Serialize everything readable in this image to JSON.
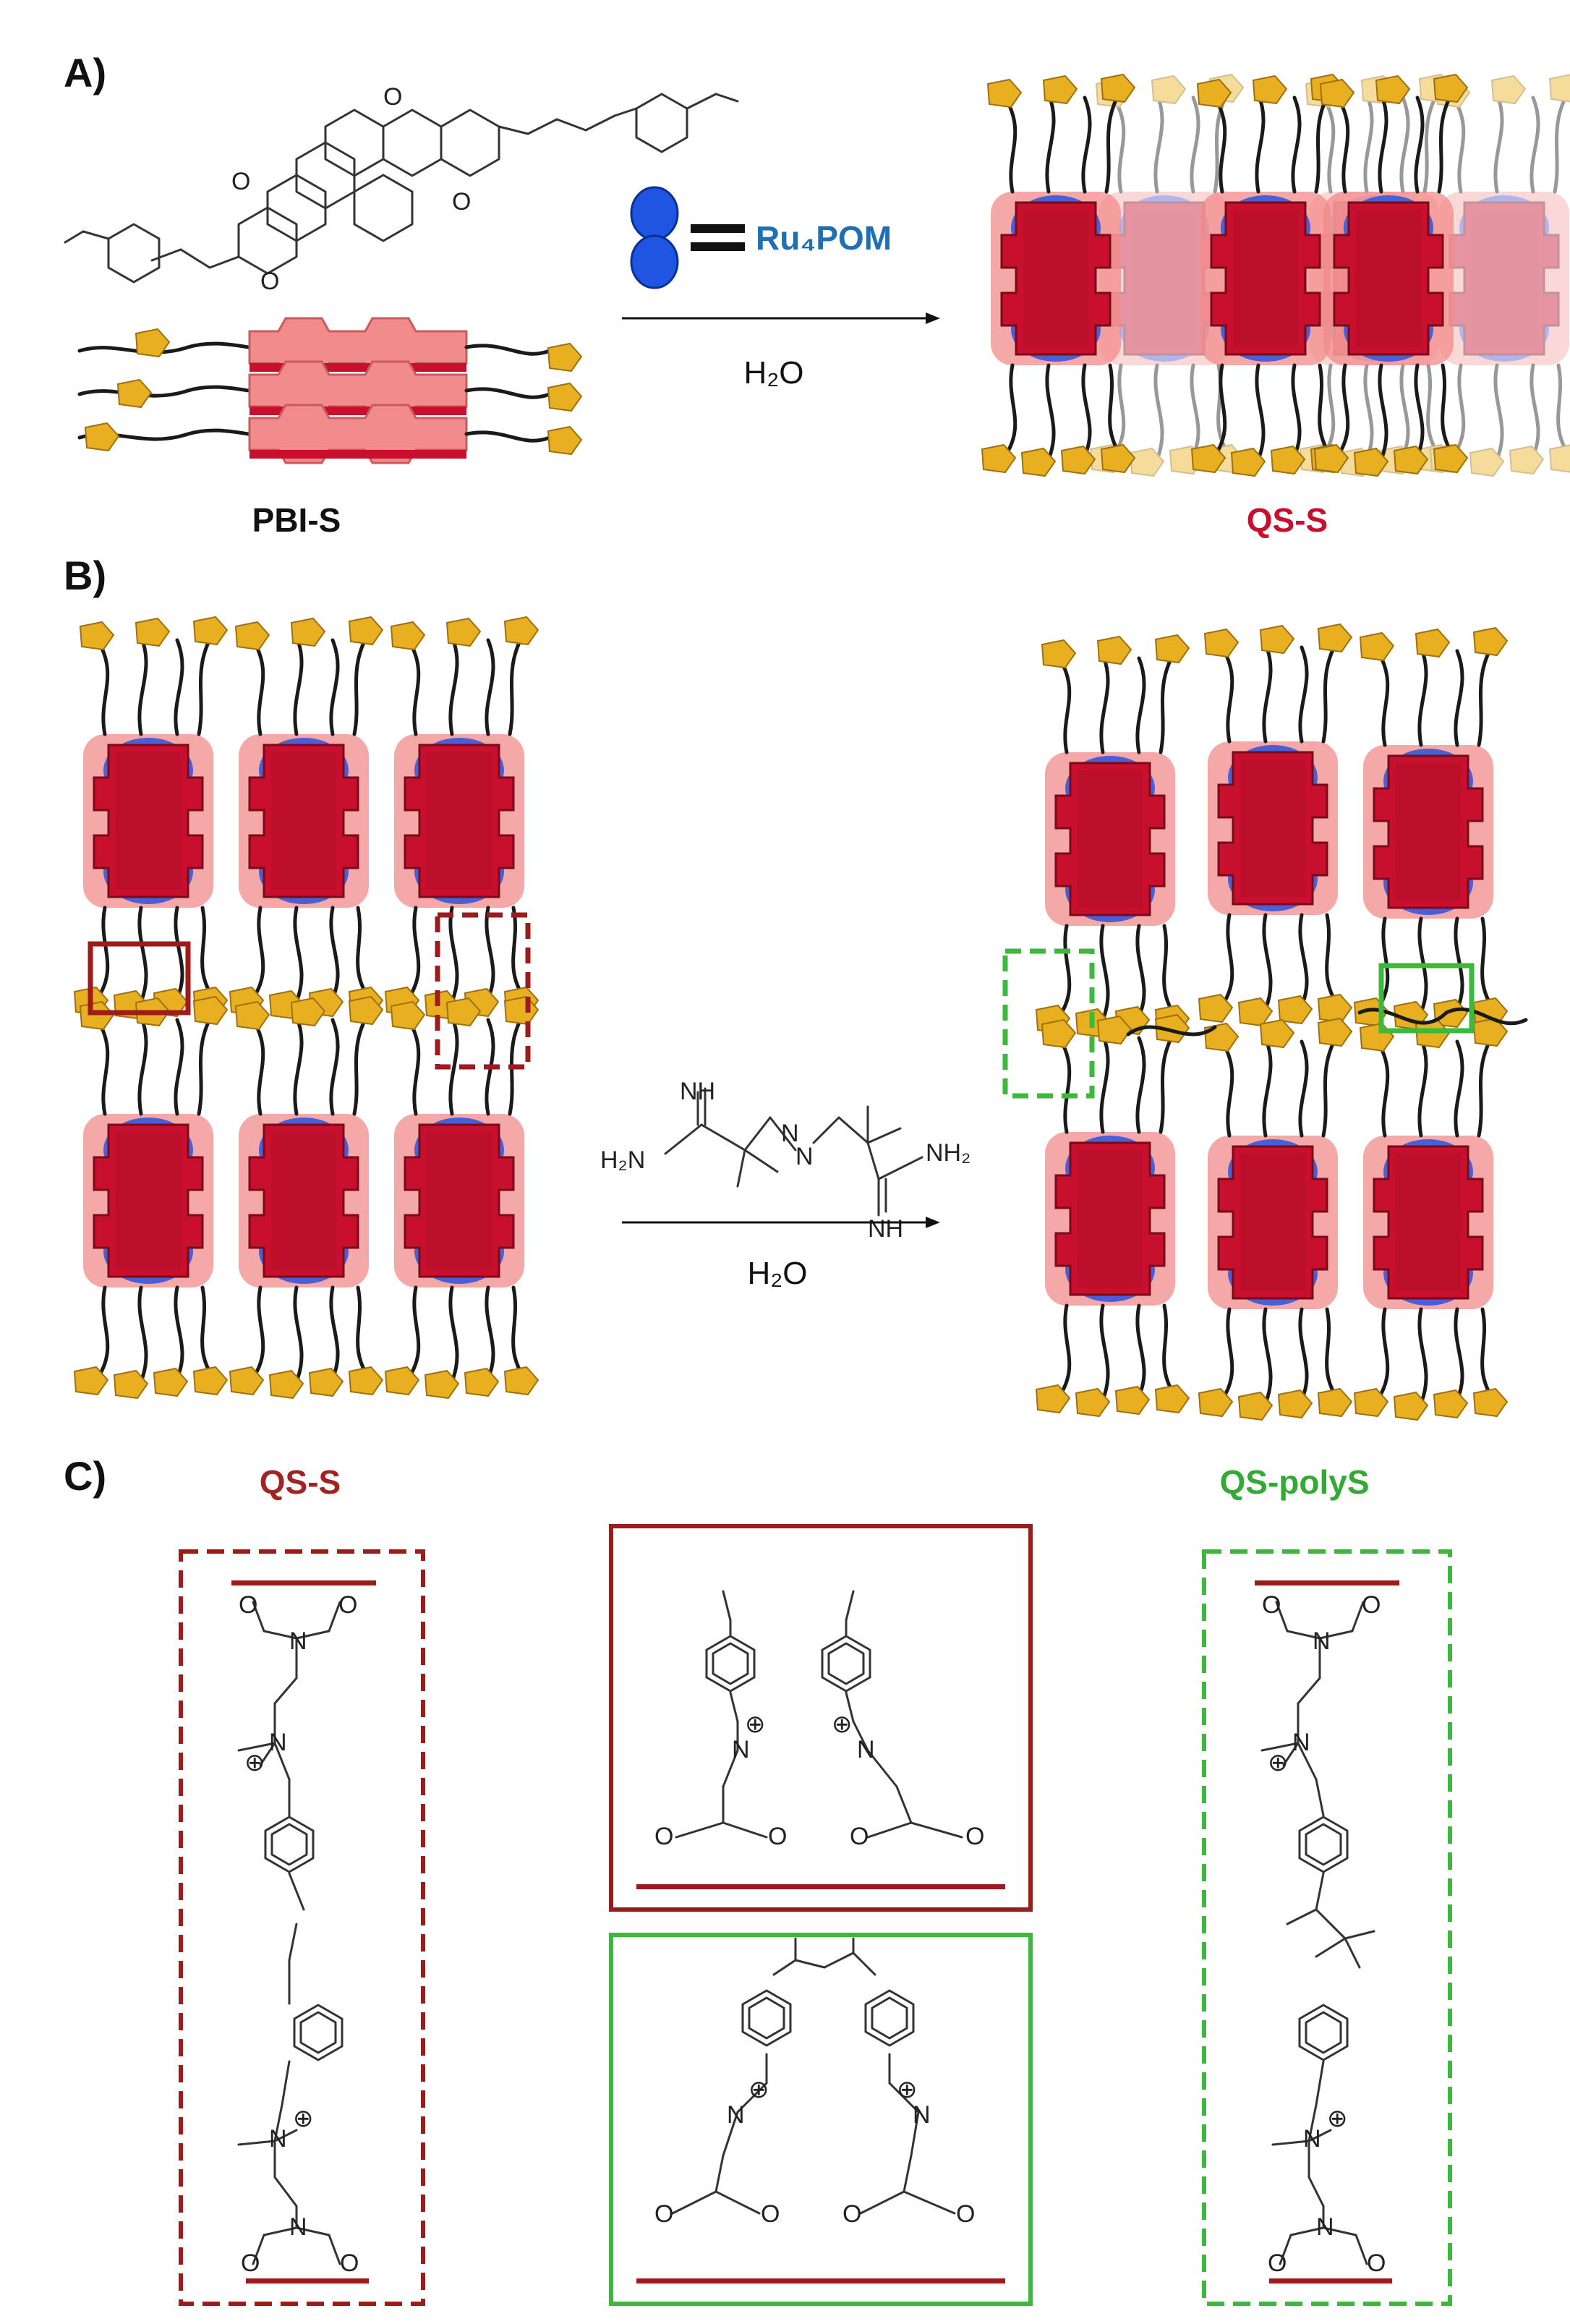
{
  "panels": {
    "a": {
      "label": "A)",
      "left_caption": "PBI-S",
      "right_caption": "QS-S",
      "legend_text": "Ru₄POM",
      "condition": "H₂O"
    },
    "b": {
      "label": "B)",
      "condition": "H₂O",
      "reagent_labels": {
        "imine_left": "NH",
        "imine_right": "NH",
        "amine_left": "H₂N",
        "amine_right": "NH₂",
        "azo_n1": "N",
        "azo_n2": "N"
      }
    },
    "c": {
      "label": "C)",
      "left_title": "QS-S",
      "right_title": "QS-polyS",
      "atom_o": "O",
      "atom_n": "N",
      "charge": "⊕"
    }
  },
  "colors": {
    "pbi_red": "#c8102e",
    "pbi_pink": "#f28b8b",
    "pom_blue": "#4a5fd6",
    "gold": "#e8b020",
    "box_darkred": "#9e1b1b",
    "box_green": "#3cb83c",
    "title_red": "#a32222",
    "title_green": "#33aa33",
    "ru_blue": "#1f6fb5"
  }
}
